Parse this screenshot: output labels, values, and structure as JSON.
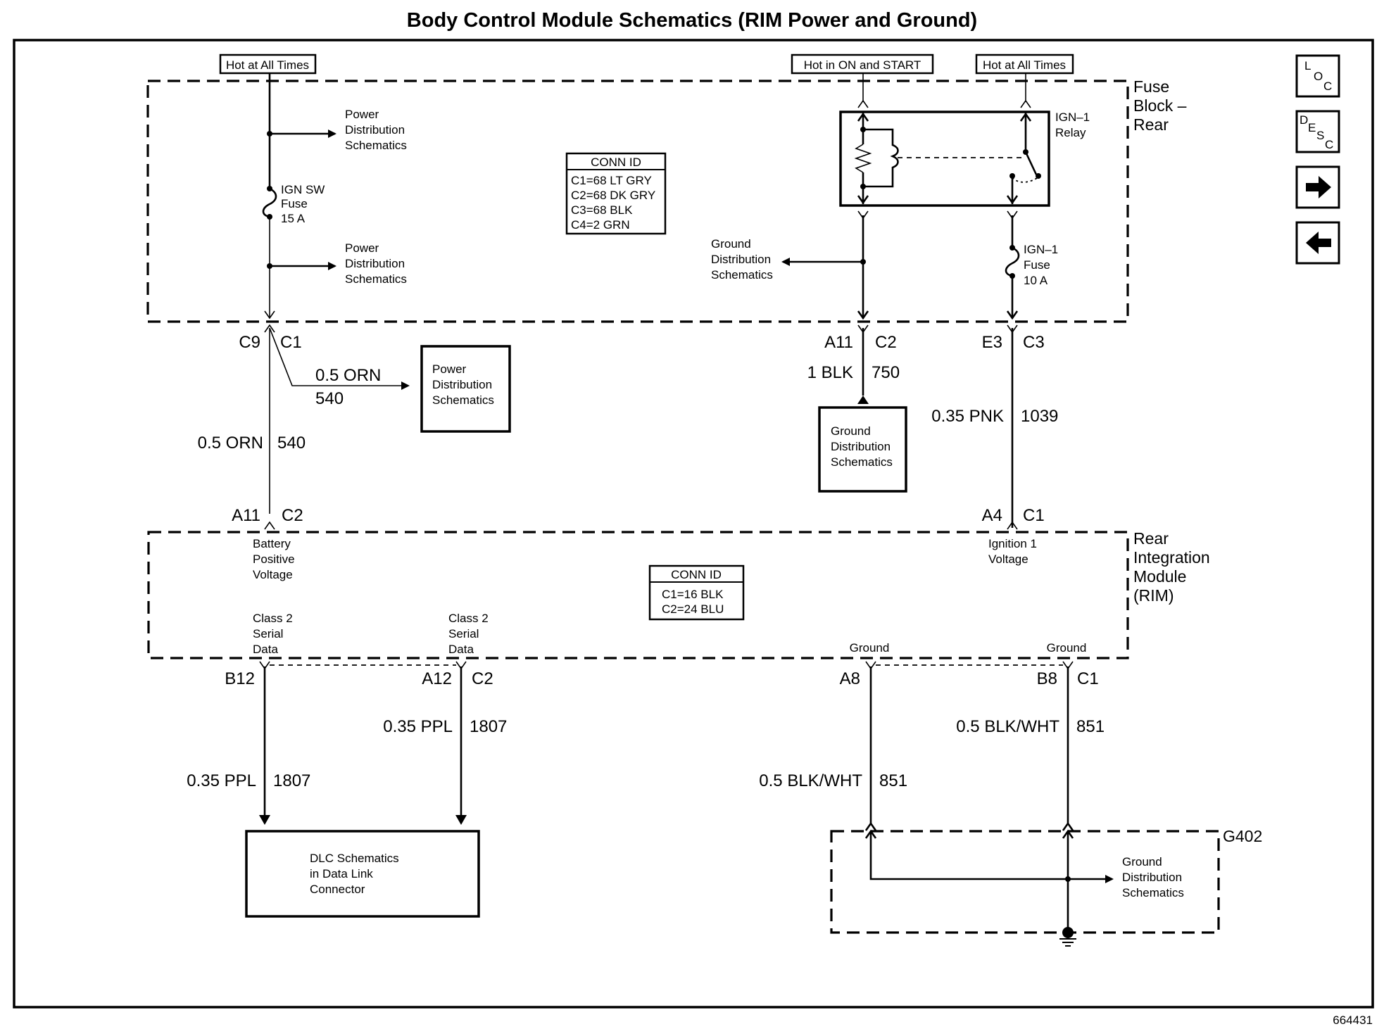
{
  "title": "Body Control Module Schematics (RIM Power and Ground)",
  "figure_id": "664431",
  "power_labels": {
    "left": "Hot at All Times",
    "middle": "Hot in ON and START",
    "right": "Hot at All Times"
  },
  "fuse_block": {
    "name_lines": [
      "Fuse",
      "Block –",
      "Rear"
    ],
    "ign_sw_fuse": [
      "IGN SW",
      "Fuse",
      "15 A"
    ],
    "power_dist_upper": [
      "Power",
      "Distribution",
      "Schematics"
    ],
    "power_dist_lower": [
      "Power",
      "Distribution",
      "Schematics"
    ],
    "conn_id": {
      "header": "CONN ID",
      "rows": [
        "C1=68 LT GRY",
        "C2=68 DK GRY",
        "C3=68 BLK",
        "C4=2 GRN"
      ]
    },
    "relay_label": [
      "IGN–1",
      "Relay"
    ],
    "ign1_fuse": [
      "IGN–1",
      "Fuse",
      "10 A"
    ],
    "ground_dist": [
      "Ground",
      "Distribution",
      "Schematics"
    ]
  },
  "connectors": {
    "c9": {
      "pin": "C9",
      "conn": "C1"
    },
    "a11_fb": {
      "pin": "A11",
      "conn": "C2"
    },
    "e3": {
      "pin": "E3",
      "conn": "C3"
    },
    "a11_rim": {
      "pin": "A11",
      "conn": "C2"
    },
    "a4": {
      "pin": "A4",
      "conn": "C1"
    },
    "b12": {
      "pin": "B12"
    },
    "a12": {
      "pin": "A12",
      "conn": "C2"
    },
    "a8": {
      "pin": "A8"
    },
    "b8": {
      "pin": "B8",
      "conn": "C1"
    }
  },
  "wires": {
    "orn_branch": {
      "color": "0.5 ORN",
      "circuit": "540"
    },
    "orn_main": {
      "color": "0.5 ORN",
      "circuit": "540"
    },
    "blk": {
      "color": "1 BLK",
      "circuit": "750"
    },
    "pnk": {
      "color": "0.35 PNK",
      "circuit": "1039"
    },
    "ppl_left": {
      "color": "0.35 PPL",
      "circuit": "1807"
    },
    "ppl_right": {
      "color": "0.35 PPL",
      "circuit": "1807"
    },
    "bw_left": {
      "color": "0.5 BLK/WHT",
      "circuit": "851"
    },
    "bw_right": {
      "color": "0.5 BLK/WHT",
      "circuit": "851"
    }
  },
  "boxes": {
    "power_dist": [
      "Power",
      "Distribution",
      "Schematics"
    ],
    "ground_dist": [
      "Ground",
      "Distribution",
      "Schematics"
    ],
    "dlc": [
      "DLC Schematics",
      "in Data Link",
      "Connector"
    ]
  },
  "rim": {
    "name_lines": [
      "Rear",
      "Integration",
      "Module",
      "(RIM)"
    ],
    "battery": [
      "Battery",
      "Positive",
      "Voltage"
    ],
    "ignition": [
      "Ignition 1",
      "Voltage"
    ],
    "class2_left": [
      "Class 2",
      "Serial",
      "Data"
    ],
    "class2_right": [
      "Class 2",
      "Serial",
      "Data"
    ],
    "ground_left": "Ground",
    "ground_right": "Ground",
    "conn_id": {
      "header": "CONN ID",
      "rows": [
        "C1=16 BLK",
        "C2=24 BLU"
      ]
    }
  },
  "g402": {
    "label": "G402",
    "ground_dist": [
      "Ground",
      "Distribution",
      "Schematics"
    ]
  },
  "nav_buttons": {
    "loc": {
      "letters": [
        "L",
        "O",
        "C"
      ],
      "icon": "location-icon"
    },
    "desc": {
      "letters": [
        "D",
        "E",
        "S",
        "C"
      ],
      "icon": "description-icon"
    },
    "next": {
      "icon": "arrow-right-icon"
    },
    "prev": {
      "icon": "arrow-left-icon"
    }
  }
}
